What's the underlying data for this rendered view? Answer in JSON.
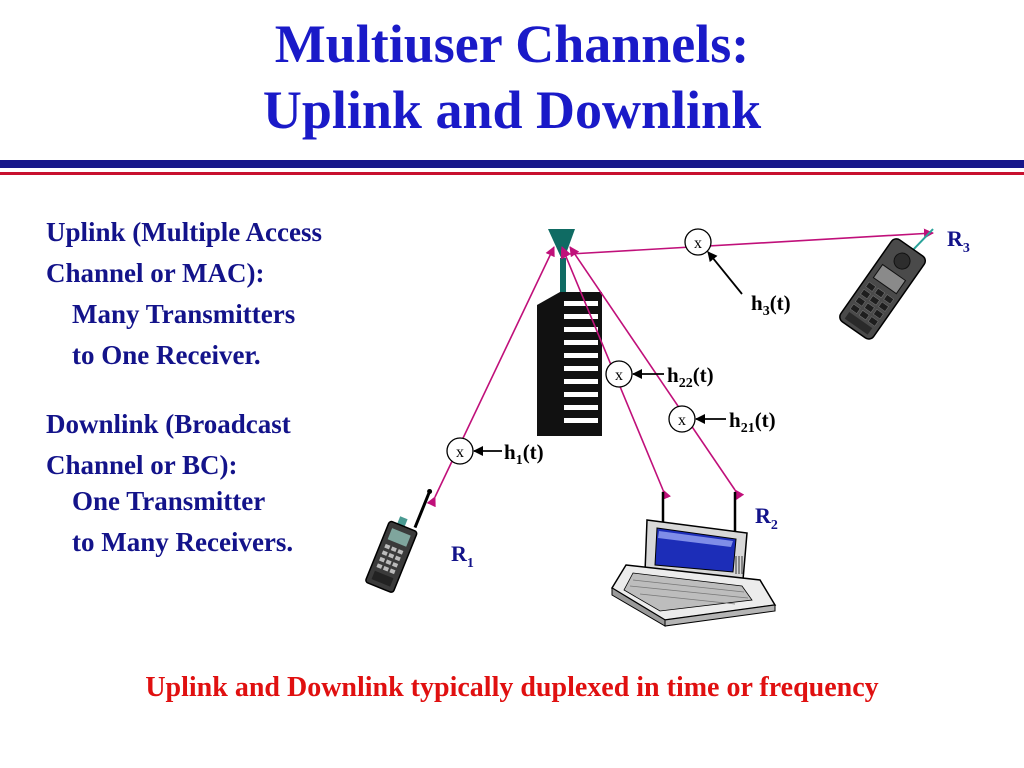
{
  "slide": {
    "title_line1": "Multiuser Channels:",
    "title_line2": "Uplink and Downlink",
    "uplink": {
      "heading_line1": "Uplink (Multiple Access",
      "heading_line2": "Channel or MAC):",
      "detail_line1": "Many Transmitters",
      "detail_line2": "to One Receiver."
    },
    "downlink": {
      "heading_line1": "Downlink (Broadcast",
      "heading_line2": "Channel or BC):",
      "detail_line1": "One Transmitter",
      "detail_line2": "to Many Receivers."
    },
    "footer": "Uplink and Downlink typically duplexed in time or frequency"
  },
  "diagram": {
    "multiplier_symbol": "x",
    "channels": {
      "h1": {
        "base": "h",
        "sub": "1",
        "suffix": "(t)"
      },
      "h22": {
        "base": "h",
        "sub": "22",
        "suffix": "(t)"
      },
      "h21": {
        "base": "h",
        "sub": "21",
        "suffix": "(t)"
      },
      "h3": {
        "base": "h",
        "sub": "3",
        "suffix": "(t)"
      }
    },
    "receivers": {
      "r1": {
        "base": "R",
        "sub": "1"
      },
      "r2": {
        "base": "R",
        "sub": "2"
      },
      "r3": {
        "base": "R",
        "sub": "3"
      }
    },
    "icons": [
      "antenna-tower-icon",
      "walkie-talkie-icon",
      "laptop-icon",
      "cell-phone-icon"
    ]
  },
  "colors": {
    "title": "#1a1ac8",
    "text": "#13138a",
    "footer": "#e01010",
    "link_lines": "#c0107a",
    "rule_navy": "#17178a",
    "rule_red": "#c8102e"
  }
}
